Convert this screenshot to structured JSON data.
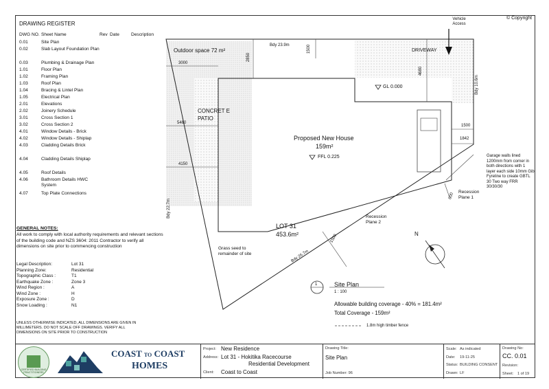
{
  "copyright": "© Copyright",
  "register": {
    "title": "DRAWING REGISTER",
    "headers": {
      "no": "DWG NO.",
      "sheet": "Sheet Name",
      "rev": "Rev",
      "date": "Date",
      "desc": "Description"
    },
    "rows": [
      {
        "no": "0.01",
        "name": "Site Plan"
      },
      {
        "no": "0.02",
        "name": "Slab Layout Foundation Plan"
      },
      {
        "no": "0.03",
        "name": "Plumbing & Drainage Plan"
      },
      {
        "no": "1.01",
        "name": "Floor Plan"
      },
      {
        "no": "1.02",
        "name": "Framing Plan"
      },
      {
        "no": "1.03",
        "name": "Roof Plan"
      },
      {
        "no": "1.04",
        "name": "Bracing & Lintel Plan"
      },
      {
        "no": "1.05",
        "name": "Electrical Plan"
      },
      {
        "no": "2.01",
        "name": "Elevations"
      },
      {
        "no": "2.02",
        "name": "Joinery Schedule"
      },
      {
        "no": "3.01",
        "name": "Cross Section 1"
      },
      {
        "no": "3.02",
        "name": "Cross Section 2"
      },
      {
        "no": "4.01",
        "name": "Window Details - Brick"
      },
      {
        "no": "4.02",
        "name": "Window Details - Shiplap"
      },
      {
        "no": "4.03",
        "name": "Cladding Details Brick"
      },
      {
        "no": "4.04",
        "name": "Cladding Details Shiplap"
      },
      {
        "no": "4.05",
        "name": "Roof Details"
      },
      {
        "no": "4.06",
        "name": "Bathroom Details HWC System"
      },
      {
        "no": "4.07",
        "name": "Top Plate Connections"
      }
    ]
  },
  "general_notes": {
    "title": "GENERAL NOTES:",
    "text": "All work to comply with local authority requirements and relevant sections of the building code and NZS 3604: 2011 Contractor to verify all dimensions on site prior to commencing construction"
  },
  "site_info": [
    {
      "k": "Legal Description:",
      "v": "Lot 31"
    },
    {
      "k": "Planning Zone:",
      "v": "Residential"
    },
    {
      "k": "Topographic Class :",
      "v": "T1"
    },
    {
      "k": "Earthquake Zone :",
      "v": "Zone 3"
    },
    {
      "k": "Wind Region :",
      "v": "A"
    },
    {
      "k": "Wind Zone :",
      "v": "H"
    },
    {
      "k": "Exposure Zone :",
      "v": "D"
    },
    {
      "k": "Snow Loading :",
      "v": "N1"
    }
  ],
  "dimension_note": "UNLESS OTHERWISE INDICATED, ALL DIMENSIONS ARE GIVEN IN MILLIMETERS. DO NOT SCALE OFF DRAWINGS. VERIFY ALL DIMENSIONS ON SITE PRIOR TO CONSTRUCTION",
  "plan": {
    "vehicle_access": "Vehicle Access",
    "outdoor_space": "Outdoor space 72 m²",
    "driveway": "DRIVEWAY",
    "concrete_patio": "CONCRET E PATIO",
    "house_label": "Proposed New House",
    "house_area": "159m²",
    "ffl": "FFL 0.225",
    "gl": "GL 0.000",
    "lot": "LOT 31",
    "lot_area": "453.6m²",
    "grass": "Grass seed to remainder of site",
    "recession1": "Recession Plane 1",
    "recession2": "Recession Plane 2",
    "garage_note": "Garage walls lined 1200mm from corner in both directions with 1 layer each side 10mm Gib Fyreline to create GBTL 30 Two way FRR 30/30/30",
    "north": "N",
    "dims": {
      "bdy_top": "Bdy 23.9m",
      "bdy_right": "Bdy 10.6m",
      "bdy_left": "Bdy 22.7m",
      "bdy_diag": "Bdy 26.7m",
      "d2850": "2850",
      "d1500a": "1500",
      "d3000": "3000",
      "d4680": "4680",
      "d5460": "5460",
      "d4150": "4150",
      "d1500b": "1500",
      "d1842": "1842",
      "d600": "600",
      "d1500c": "1500"
    },
    "title_no": "1",
    "site_plan_title": "Site Plan",
    "scale": "1 : 100",
    "coverage_allowed": "Allowable building coverage - 40% = 181.4m²",
    "coverage_total": "Total Coverage - 159m²",
    "fence": "1.8m high timber fence"
  },
  "titleblock": {
    "company1": "COAST",
    "company_to": "TO",
    "company2": "COAST",
    "company3": "HOMES",
    "badge": "CERTIFIED BUILDING PRACTITIONERS",
    "project_lbl": "Project:",
    "project": "New Residence",
    "address_lbl": "Address:",
    "address1": "Lot 31 - Hokitika Racecourse",
    "address2": "Residential Development",
    "client_lbl": "Client:",
    "client": "Coast to Coast",
    "drawing_title_lbl": "Drawing Title:",
    "drawing_title": "Site Plan",
    "job_lbl": "Job Number:",
    "job": "96",
    "scale_lbl": "Scale:",
    "scale": "As indicated",
    "date_lbl": "Date:",
    "date": "19-11-25",
    "status_lbl": "Status:",
    "status": "BUILDING CONSENT",
    "drawn_lbl": "Drawn:",
    "drawn": "LF",
    "dwg_lbl": "Drawing No:",
    "dwg": "CC. 0.01",
    "rev_lbl": "Revision:",
    "rev": "",
    "sheet_lbl": "Sheet:",
    "sheet": "1 of 19"
  }
}
